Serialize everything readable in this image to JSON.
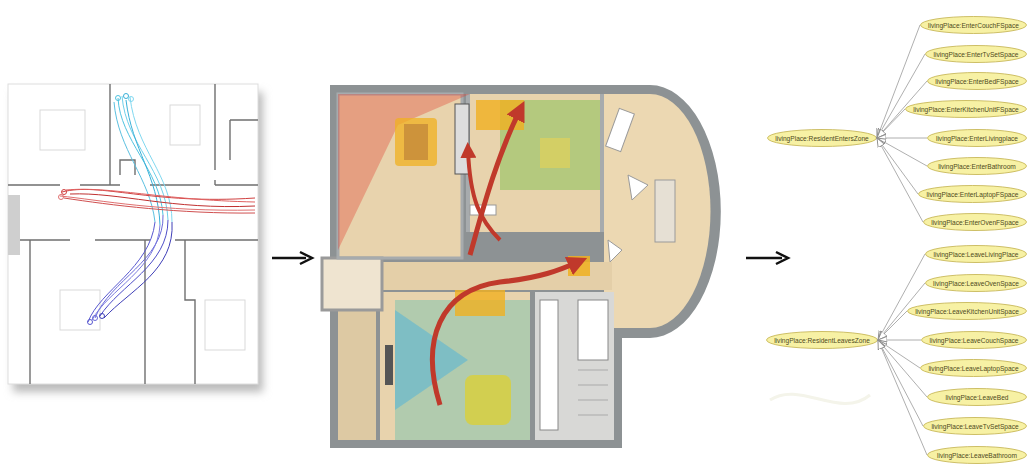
{
  "diagram": {
    "nodes": [
      {
        "text": [
          "livingPlace:ResidentEntersZone"
        ]
      },
      {
        "text": [
          "livingPlace:EnterCouchFSpace"
        ]
      },
      {
        "text": [
          "livingPlace:EnterTvSetSpace"
        ]
      },
      {
        "text": [
          "livingPlace:EnterBedFSpace"
        ]
      },
      {
        "text": [
          "livingPlace:EnterKitchenUnitFSpace"
        ]
      },
      {
        "text": [
          "livingPlace:EnterLivingplace"
        ]
      },
      {
        "text": [
          "livingPlace:EnterBathroom"
        ]
      },
      {
        "text": [
          "livingPlace:EnterLaptopFSpace"
        ]
      },
      {
        "text": [
          "livingPlace:EnterOvenFSpace"
        ]
      },
      {
        "text": [
          "livingPlace:ResidentLeavesZone"
        ]
      },
      {
        "text": [
          "livingPlace:LeaveLivingPlace"
        ]
      },
      {
        "text": [
          "livingPlace:LeaveOvenSpace"
        ]
      },
      {
        "text": [
          "livingPlace:LeaveKitchenUnitSpace"
        ]
      },
      {
        "text": [
          "livingPlace:LeaveCouchSpace"
        ]
      },
      {
        "text": [
          "livingPlace:LeaveLaptopSpace"
        ]
      },
      {
        "text": [
          "livingPlace:LeaveBed"
        ]
      },
      {
        "text": [
          "livingPlace:LeaveTvSetSpace"
        ]
      },
      {
        "text": [
          "livingPlace:LeaveBathroom"
        ]
      }
    ],
    "edges": [
      {
        "from": 1,
        "to": 0,
        "arrow": "to"
      },
      {
        "from": 2,
        "to": 0,
        "arrow": "to"
      },
      {
        "from": 3,
        "to": 0,
        "arrow": "to"
      },
      {
        "from": 4,
        "to": 0,
        "arrow": "to"
      },
      {
        "from": 5,
        "to": 0,
        "arrow": "to"
      },
      {
        "from": 6,
        "to": 0,
        "arrow": "to"
      },
      {
        "from": 7,
        "to": 0,
        "arrow": "to"
      },
      {
        "from": 8,
        "to": 0,
        "arrow": "to"
      },
      {
        "from": 10,
        "to": 9,
        "arrow": "to"
      },
      {
        "from": 11,
        "to": 9,
        "arrow": "to"
      },
      {
        "from": 12,
        "to": 9,
        "arrow": "to"
      },
      {
        "from": 13,
        "to": 9,
        "arrow": "to"
      },
      {
        "from": 14,
        "to": 9,
        "arrow": "to"
      },
      {
        "from": 15,
        "to": 9,
        "arrow": "to"
      },
      {
        "from": 16,
        "to": 9,
        "arrow": "to"
      },
      {
        "from": 17,
        "to": 9,
        "arrow": "to"
      }
    ]
  }
}
